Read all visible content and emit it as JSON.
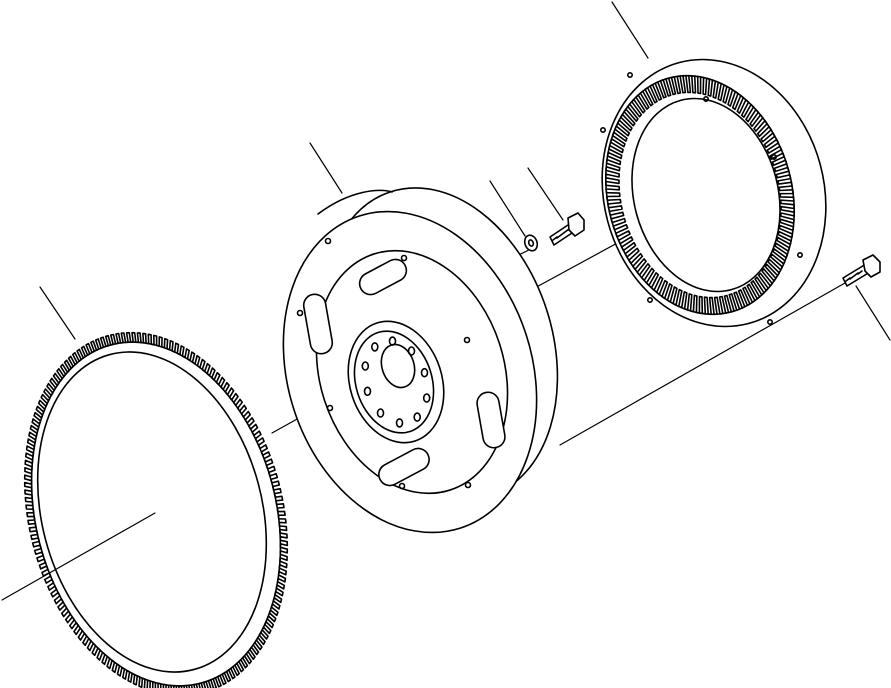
{
  "diagram": {
    "type": "exploded-parts-view",
    "assembly": "flywheel",
    "callout_labels": [],
    "parts": [
      {
        "id": "large-ring-gear",
        "visible_numbers": []
      },
      {
        "id": "flywheel",
        "visible_numbers": []
      },
      {
        "id": "washer",
        "visible_numbers": []
      },
      {
        "id": "flywheel-bolt",
        "visible_numbers": []
      },
      {
        "id": "small-ring-gear",
        "visible_numbers": []
      },
      {
        "id": "ring-gear-bolt",
        "visible_numbers": []
      }
    ],
    "colors": {
      "line": "#000000",
      "background": "#ffffff"
    }
  }
}
